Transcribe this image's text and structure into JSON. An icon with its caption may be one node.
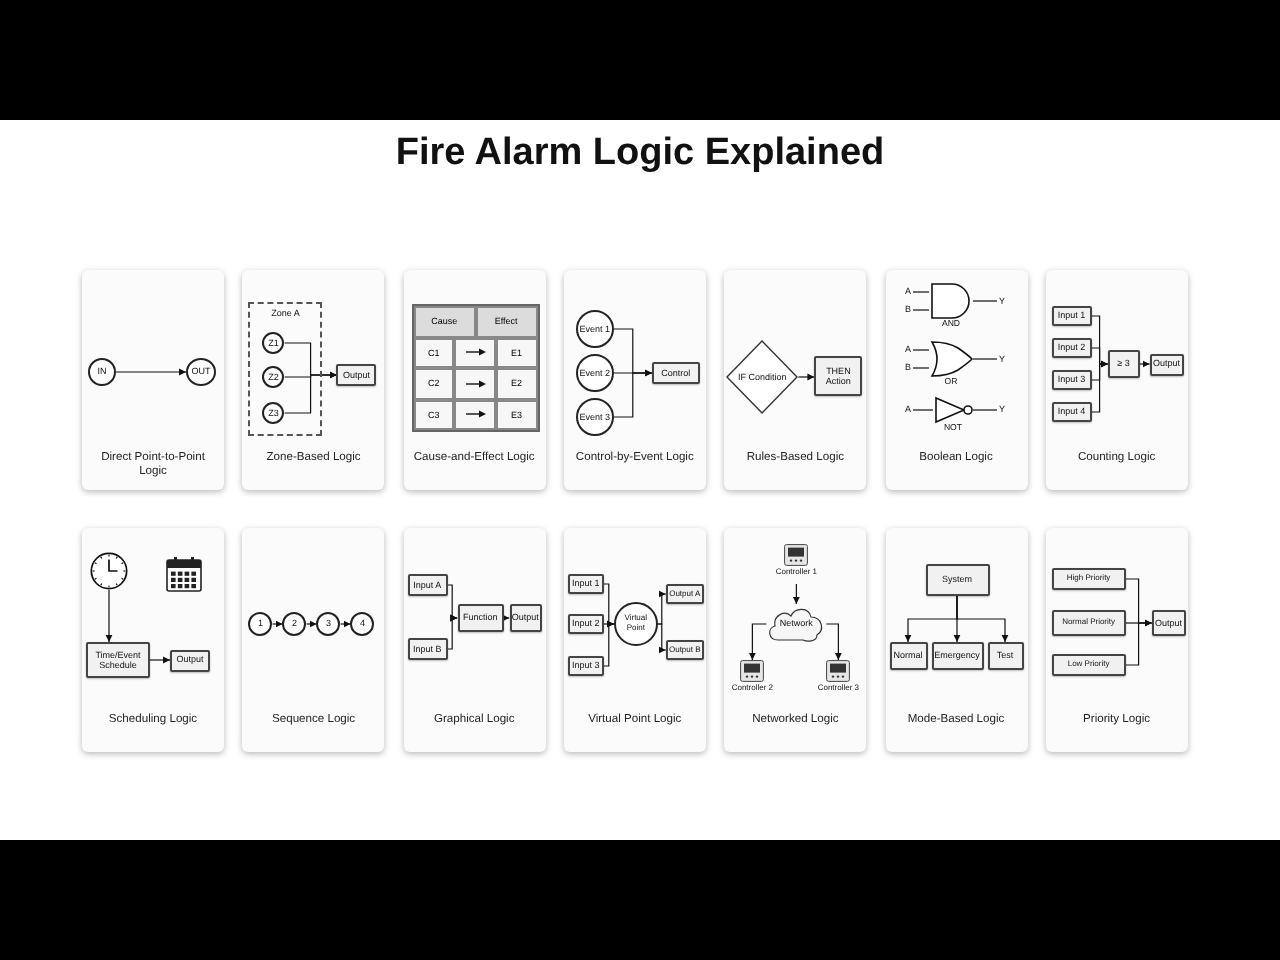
{
  "diagram": {
    "title": "Fire Alarm Logic Explained",
    "nodes": [
      {
        "text": [
          "Direct Point-to-Point Logic"
        ]
      },
      {
        "text": [
          "IN"
        ],
        "in": 0
      },
      {
        "text": [
          "OUT"
        ],
        "in": 0
      },
      {
        "text": [
          "Zone-Based Logic"
        ]
      },
      {
        "text": [
          "Zone A"
        ],
        "in": 3
      },
      {
        "text": [
          "Z1"
        ],
        "in": 4
      },
      {
        "text": [
          "Z2"
        ],
        "in": 4
      },
      {
        "text": [
          "Z3"
        ],
        "in": 4
      },
      {
        "text": [
          "Output"
        ],
        "in": 3
      },
      {
        "text": [
          "Cause-and-Effect Logic"
        ]
      },
      {
        "text": [
          "Control-by-Event Logic"
        ]
      },
      {
        "text": [
          "Event 1"
        ],
        "in": 10
      },
      {
        "text": [
          "Event 2"
        ],
        "in": 10
      },
      {
        "text": [
          "Event 3"
        ],
        "in": 10
      },
      {
        "text": [
          "Control"
        ],
        "in": 10
      },
      {
        "text": [
          "Rules-Based Logic"
        ]
      },
      {
        "text": [
          "IF Condition"
        ],
        "in": 15
      },
      {
        "text": [
          "THEN Action"
        ],
        "in": 15
      },
      {
        "text": [
          "Boolean Logic"
        ]
      },
      {
        "text": [
          "A"
        ],
        "in": 18
      },
      {
        "text": [
          "B"
        ],
        "in": 18
      },
      {
        "text": [],
        "shape": "gate",
        "beside": [
          "AND"
        ],
        "in": 18
      },
      {
        "text": [
          "Y"
        ],
        "in": 18
      },
      {
        "text": [
          "A"
        ],
        "in": 18
      },
      {
        "text": [
          "B"
        ],
        "in": 18
      },
      {
        "text": [],
        "shape": "gate",
        "beside": [
          "OR"
        ],
        "in": 18
      },
      {
        "text": [
          "Y"
        ],
        "in": 18
      },
      {
        "text": [
          "A"
        ],
        "in": 18
      },
      {
        "text": [],
        "shape": "gate",
        "beside": [
          "NOT"
        ],
        "in": 18
      },
      {
        "text": [
          "Y"
        ],
        "in": 18
      },
      {
        "text": [
          "Counting Logic"
        ]
      },
      {
        "text": [
          "Input 1"
        ],
        "in": 30
      },
      {
        "text": [
          "Input 2"
        ],
        "in": 30
      },
      {
        "text": [
          "Input 3"
        ],
        "in": 30
      },
      {
        "text": [
          "Input 4"
        ],
        "in": 30
      },
      {
        "text": [
          "≥ 3"
        ],
        "in": 30
      },
      {
        "text": [
          "Output"
        ],
        "in": 30
      },
      {
        "text": [
          "Scheduling Logic"
        ]
      },
      {
        "text": [],
        "shape": "clock",
        "in": 37
      },
      {
        "text": [
          "Time/Event Schedule"
        ],
        "in": 37
      },
      {
        "text": [
          "Output"
        ],
        "in": 37
      },
      {
        "text": [
          "Sequence Logic"
        ]
      },
      {
        "text": [
          "1"
        ],
        "in": 41
      },
      {
        "text": [
          "2"
        ],
        "in": 41
      },
      {
        "text": [
          "3"
        ],
        "in": 41
      },
      {
        "text": [
          "4"
        ],
        "in": 41
      },
      {
        "text": [
          "Graphical Logic"
        ]
      },
      {
        "text": [
          "Input A"
        ],
        "in": 46
      },
      {
        "text": [
          "Input B"
        ],
        "in": 46
      },
      {
        "text": [
          "Function"
        ],
        "in": 46
      },
      {
        "text": [
          "Output"
        ],
        "in": 46
      },
      {
        "text": [
          "Virtual Point Logic"
        ]
      },
      {
        "text": [
          "Input 1"
        ],
        "in": 51
      },
      {
        "text": [
          "Input 2"
        ],
        "in": 51
      },
      {
        "text": [
          "Input 3"
        ],
        "in": 51
      },
      {
        "text": [
          "Virtual Point"
        ],
        "in": 51
      },
      {
        "text": [
          "Output A"
        ],
        "in": 51
      },
      {
        "text": [
          "Output B"
        ],
        "in": 51
      },
      {
        "text": [
          "Networked Logic"
        ]
      },
      {
        "text": [
          "Controller 1"
        ],
        "in": 58
      },
      {
        "text": [
          "Network"
        ],
        "in": 58
      },
      {
        "text": [
          "Controller 2"
        ],
        "in": 58
      },
      {
        "text": [
          "Controller 3"
        ],
        "in": 58
      },
      {
        "text": [
          "Mode-Based Logic"
        ]
      },
      {
        "text": [
          "System"
        ],
        "in": 63
      },
      {
        "text": [
          "Normal"
        ],
        "in": 63
      },
      {
        "text": [
          "Emergency"
        ],
        "in": 63
      },
      {
        "text": [
          "Test"
        ],
        "in": 63
      },
      {
        "text": [
          "Priority Logic"
        ]
      },
      {
        "text": [
          "High Priority"
        ],
        "in": 68
      },
      {
        "text": [
          "Normal Priority"
        ],
        "in": 68
      },
      {
        "text": [
          "Low Priority"
        ],
        "in": 68
      },
      {
        "text": [
          "Output"
        ],
        "in": 68
      }
    ],
    "edges": [
      {
        "from": 1,
        "to": 2,
        "arrow": "to"
      },
      {
        "from": 5,
        "to": 8,
        "arrow": "to"
      },
      {
        "from": 6,
        "to": 8,
        "arrow": "to"
      },
      {
        "from": 7,
        "to": 8,
        "arrow": "to"
      },
      {
        "from": 11,
        "to": 14,
        "arrow": "to"
      },
      {
        "from": 12,
        "to": 14,
        "arrow": "to"
      },
      {
        "from": 13,
        "to": 14,
        "arrow": "to"
      },
      {
        "from": 16,
        "to": 17,
        "arrow": "to"
      },
      {
        "from": 19,
        "to": 21,
        "arrow": "none"
      },
      {
        "from": 20,
        "to": 21,
        "arrow": "none"
      },
      {
        "from": 21,
        "to": 22,
        "arrow": "none"
      },
      {
        "from": 23,
        "to": 25,
        "arrow": "none"
      },
      {
        "from": 24,
        "to": 25,
        "arrow": "none"
      },
      {
        "from": 25,
        "to": 26,
        "arrow": "none"
      },
      {
        "from": 27,
        "to": 28,
        "arrow": "none"
      },
      {
        "from": 28,
        "to": 29,
        "arrow": "none"
      },
      {
        "from": 31,
        "to": 35,
        "arrow": "to"
      },
      {
        "from": 32,
        "to": 35,
        "arrow": "to"
      },
      {
        "from": 33,
        "to": 35,
        "arrow": "to"
      },
      {
        "from": 34,
        "to": 35,
        "arrow": "to"
      },
      {
        "from": 35,
        "to": 36,
        "arrow": "to"
      },
      {
        "from": 38,
        "to": 39,
        "arrow": "to"
      },
      {
        "from": 39,
        "to": 40,
        "arrow": "to"
      },
      {
        "from": 42,
        "to": 43,
        "arrow": "to"
      },
      {
        "from": 43,
        "to": 44,
        "arrow": "to"
      },
      {
        "from": 44,
        "to": 45,
        "arrow": "to"
      },
      {
        "from": 47,
        "to": 49,
        "arrow": "to"
      },
      {
        "from": 48,
        "to": 49,
        "arrow": "to"
      },
      {
        "from": 49,
        "to": 50,
        "arrow": "to"
      },
      {
        "from": 52,
        "to": 55,
        "arrow": "to"
      },
      {
        "from": 53,
        "to": 55,
        "arrow": "to"
      },
      {
        "from": 54,
        "to": 55,
        "arrow": "to"
      },
      {
        "from": 55,
        "to": 56,
        "arrow": "to"
      },
      {
        "from": 55,
        "to": 57,
        "arrow": "to"
      },
      {
        "from": 59,
        "to": 60,
        "arrow": "to"
      },
      {
        "from": 60,
        "to": 61,
        "arrow": "to"
      },
      {
        "from": 60,
        "to": 62,
        "arrow": "to"
      },
      {
        "from": 64,
        "to": 65,
        "arrow": "to"
      },
      {
        "from": 64,
        "to": 66,
        "arrow": "to"
      },
      {
        "from": 64,
        "to": 67,
        "arrow": "to"
      },
      {
        "from": 69,
        "to": 72,
        "arrow": "to"
      },
      {
        "from": 70,
        "to": 72,
        "arrow": "to"
      },
      {
        "from": 71,
        "to": 72,
        "arrow": "to"
      }
    ],
    "labels": [
      "Cause",
      "Effect",
      "C1",
      "E1",
      "C2",
      "E2",
      "C3",
      "E3"
    ]
  }
}
